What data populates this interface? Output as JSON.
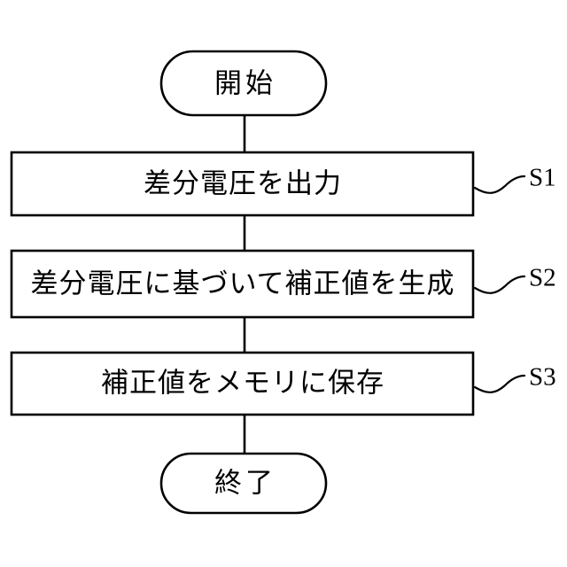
{
  "diagram": {
    "type": "flowchart",
    "title": "",
    "background_color": "#ffffff",
    "line_color": "#000000",
    "fill_color": "#ffffff",
    "orientation": "vertical-top-to-bottom"
  },
  "nodes": {
    "start": {
      "id": "start",
      "shape": "terminator",
      "label": "開始"
    },
    "step1": {
      "id": "S1",
      "shape": "process",
      "label": "差分電圧を出力",
      "step_label": "S1"
    },
    "step2": {
      "id": "S2",
      "shape": "process",
      "label": "差分電圧に基づいて補正値を生成",
      "step_label": "S2"
    },
    "step3": {
      "id": "S3",
      "shape": "process",
      "label": "補正値をメモリに保存",
      "step_label": "S3"
    },
    "end": {
      "id": "end",
      "shape": "terminator",
      "label": "終了"
    }
  },
  "edges": [
    {
      "from": "start",
      "to": "step1",
      "label": ""
    },
    {
      "from": "step1",
      "to": "step2",
      "label": ""
    },
    {
      "from": "step2",
      "to": "step3",
      "label": ""
    },
    {
      "from": "step3",
      "to": "end",
      "label": ""
    }
  ]
}
